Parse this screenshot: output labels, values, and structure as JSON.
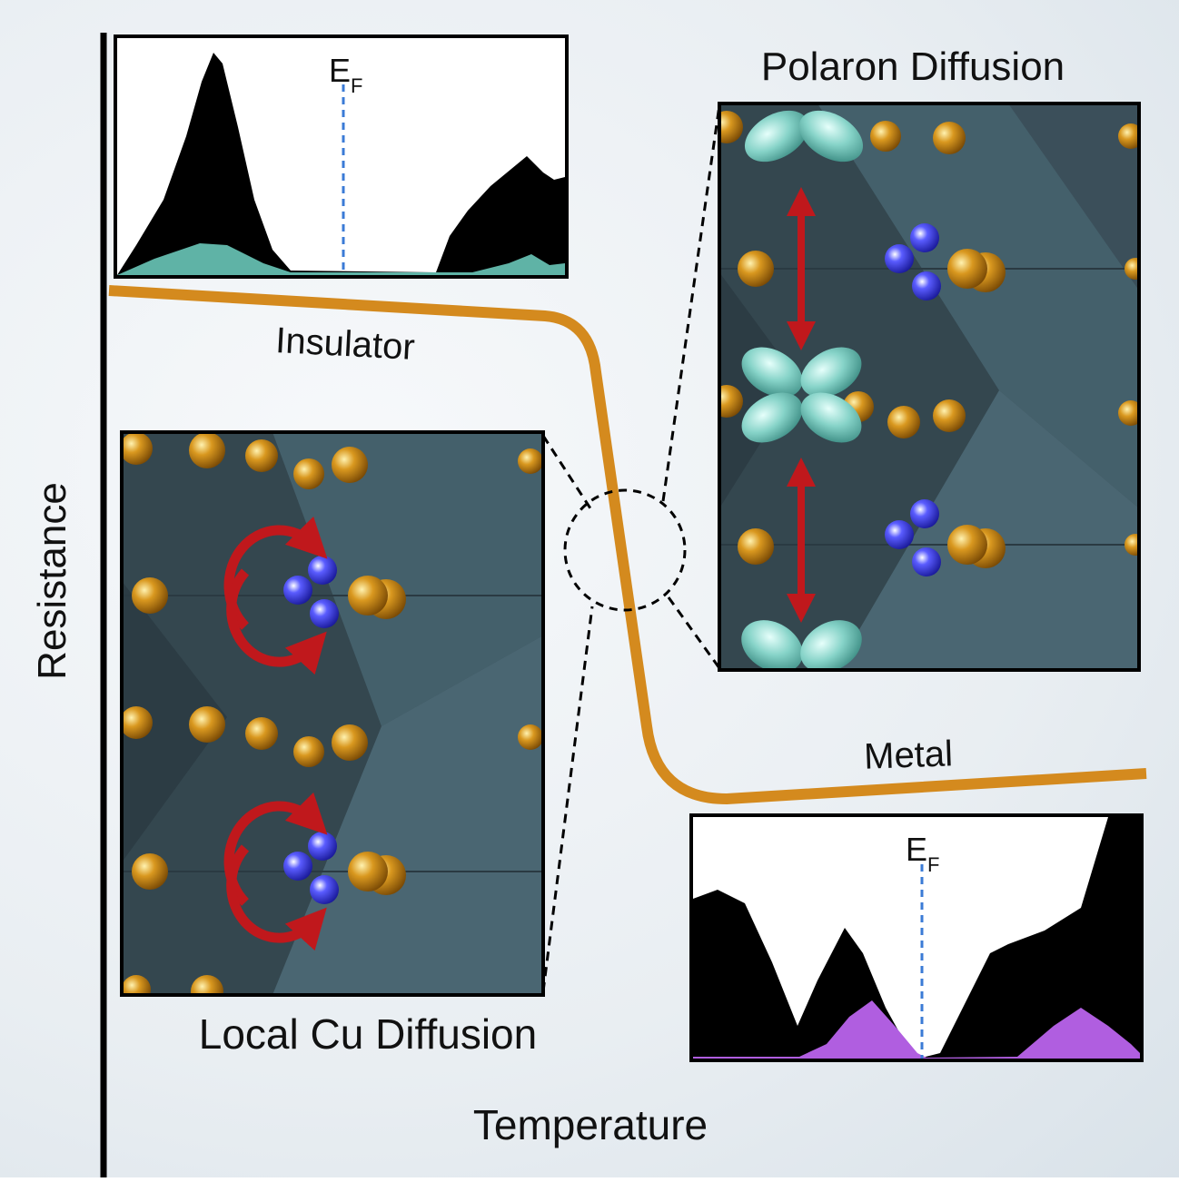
{
  "axes": {
    "y_label": "Resistance",
    "x_label": "Temperature"
  },
  "regimes": {
    "insulator": "Insulator",
    "metal": "Metal"
  },
  "panels": {
    "polaron": {
      "title": "Polaron Diffusion"
    },
    "local_cu": {
      "title": "Local Cu Diffusion"
    }
  },
  "dos_insulator": {
    "fermi_main": "E",
    "fermi_sub": "F"
  },
  "dos_metal": {
    "fermi_main": "E",
    "fermi_sub": "F"
  },
  "colors": {
    "curve": "#d48a1e",
    "crystal": "#3b4f5a",
    "cu_atom": "#c8891c",
    "li_atom": "#3a3ee0",
    "arrow": "#c0181c",
    "polaron_orbital": "#7fcfc4",
    "insulator_pdos": "#5fb3a6",
    "metal_pdos": "#b05ee0"
  }
}
